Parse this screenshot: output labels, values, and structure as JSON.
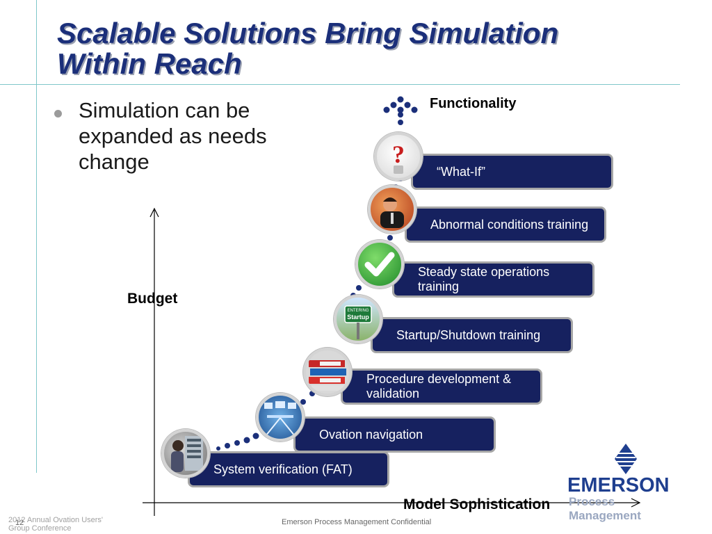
{
  "slide": {
    "title": "Scalable Solutions Bring Simulation Within Reach",
    "bullet": "Simulation can be expanded as needs change"
  },
  "diagram": {
    "y_axis_label": "Budget",
    "x_axis_label": "Model Sophistication",
    "top_label": "Functionality",
    "steps": [
      {
        "label": "System verification (FAT)",
        "icon": "engineer-at-rack-photo"
      },
      {
        "label": "Ovation navigation",
        "icon": "control-screens-photo"
      },
      {
        "label": "Procedure development & validation",
        "icon": "binders-photo"
      },
      {
        "label": "Startup/Shutdown training",
        "icon": "entering-startup-sign"
      },
      {
        "label": "Steady state operations training",
        "icon": "green-checkmark-icon"
      },
      {
        "label": "Abnormal conditions training",
        "icon": "stressed-man-photo"
      },
      {
        "label": "“What-If”",
        "icon": "question-mark-icon"
      }
    ],
    "sign_text": {
      "top": "ENTERING",
      "bottom": "Startup"
    },
    "colors": {
      "step_fill": "#16215f",
      "step_border": "#a6a6a6",
      "dots": "#1b2f7a",
      "title": "#1b2f7a"
    }
  },
  "footer": {
    "event": "2012 Annual Ovation Users' Group Conference",
    "page_number": "12",
    "confidential": "Emerson Process Management Confidential"
  },
  "logo": {
    "name": "EMERSON",
    "sub": "Process Management"
  }
}
